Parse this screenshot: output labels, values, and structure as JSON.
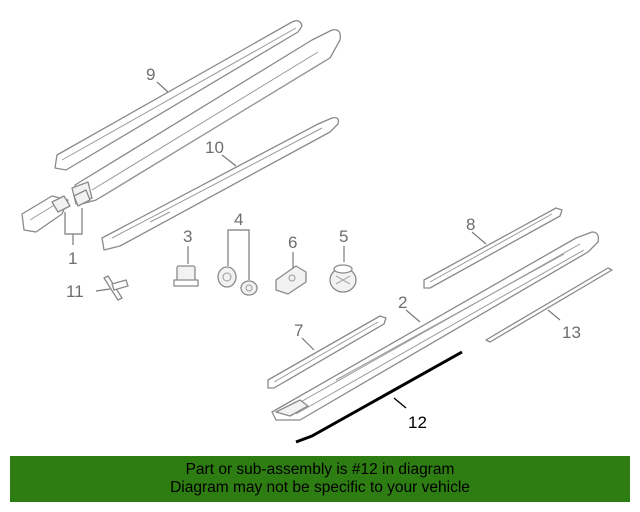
{
  "diagram": {
    "callouts": {
      "c1": "1",
      "c2": "2",
      "c3": "3",
      "c4": "4",
      "c5": "5",
      "c6": "6",
      "c7": "7",
      "c8": "8",
      "c9": "9",
      "c10": "10",
      "c11": "11",
      "c12": "12",
      "c13": "13"
    },
    "highlighted_part": "12",
    "colors": {
      "highlight": "#000000",
      "parts": "#8a8a8a",
      "banner": "#2e7d12"
    }
  },
  "banner": {
    "line1": "Part or sub-assembly is #12 in diagram",
    "line2": "Diagram may not be specific to your vehicle"
  }
}
